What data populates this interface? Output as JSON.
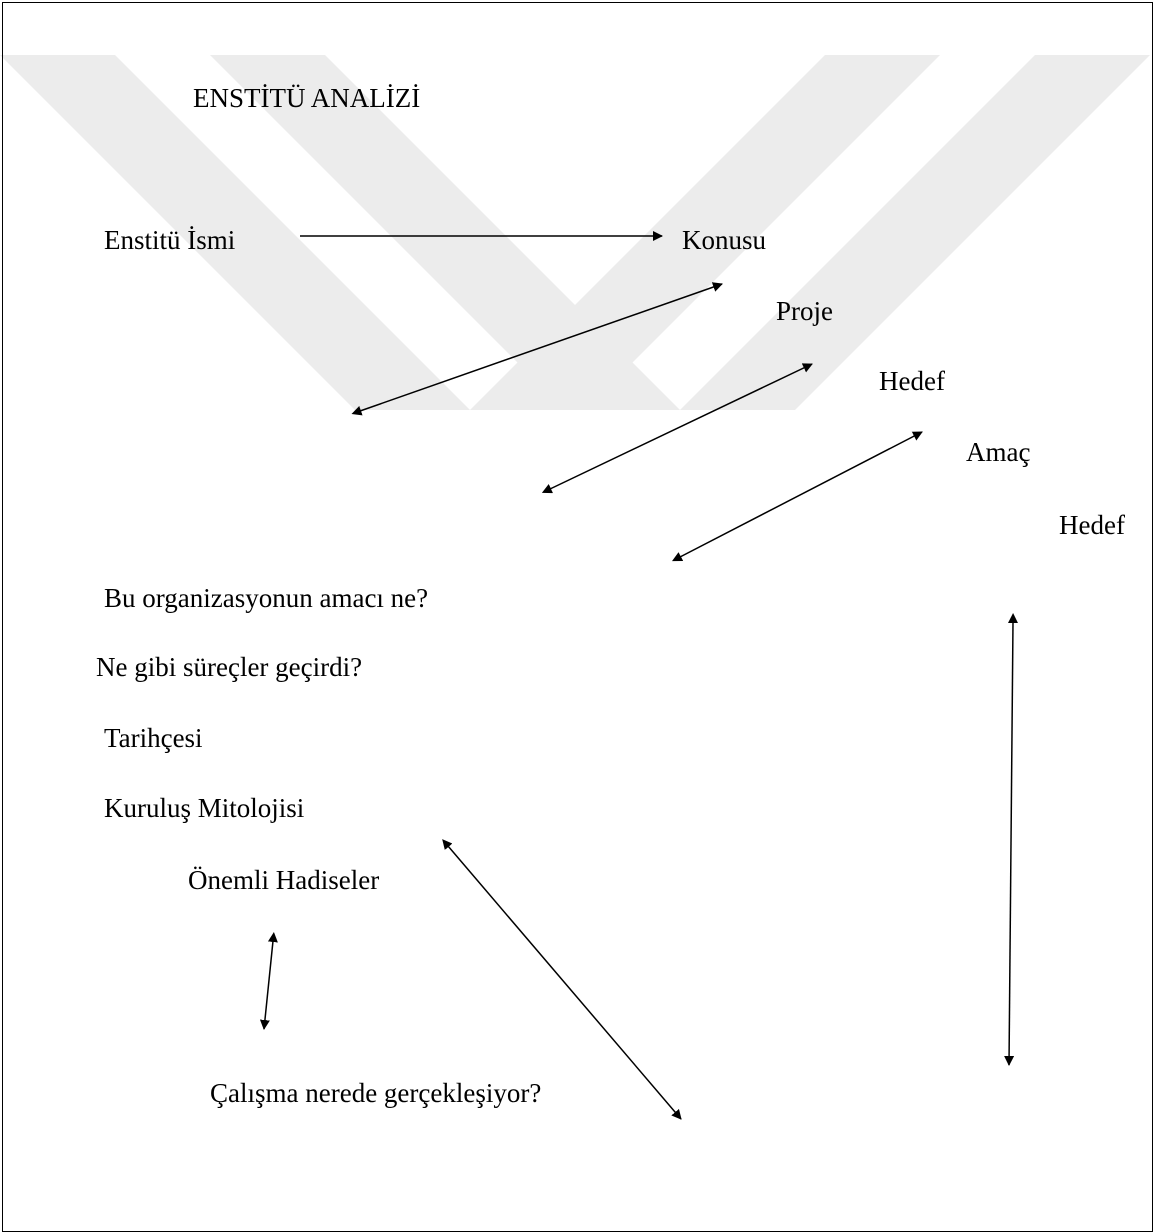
{
  "title": "ENSTİTÜ ANALİZİ",
  "nodes": {
    "enstitu_ismi": "Enstitü İsmi",
    "konusu": "Konusu",
    "proje": "Proje",
    "hedef_1": "Hedef",
    "amac": "Amaç",
    "hedef_2": "Hedef",
    "organizasyon_amaci": "Bu organizasyonun amacı ne?",
    "surecler": "Ne gibi süreçler geçirdi?",
    "tarihcesi": "Tarihçesi",
    "kurulus_mitolojisi": "Kuruluş Mitolojisi",
    "onemli_hadiseler": "Önemli Hadiseler",
    "calisma_yeri": "Çalışma nerede gerçekleşiyor?"
  },
  "colors": {
    "text": "#000000",
    "watermark": "#ececec",
    "border": "#000000"
  }
}
